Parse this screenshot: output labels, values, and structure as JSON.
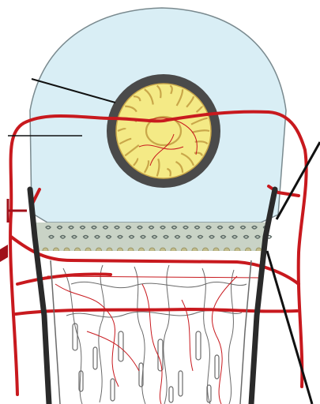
{
  "diagram": {
    "subject": "bone-epiphysis-growth-plate",
    "colors": {
      "cartilage": "#d9eef5",
      "outline": "#7a8a8f",
      "ossification_ring": "#4a4a4a",
      "ossification_core": "#f4ea86",
      "ossification_trabeculae": "#c9a74a",
      "blood_vessel": "#c8191e",
      "periosteum": "#2a2a2a",
      "proliferative_zone": "#c9d3c6",
      "chondrocyte": "#5d6b66",
      "hypertrophic_zone": "#c2bd8c",
      "metaphysis_line": "#6a6a6a",
      "arrow_marker": "#a0101a",
      "leader_line": "#111111"
    },
    "parts": [
      "epiphyseal-cartilage",
      "secondary-ossification-center",
      "epiphyseal-vessels",
      "perichondral-ring",
      "growth-plate-proliferative-zone",
      "growth-plate-hypertrophic-zone",
      "metaphysis-trabeculae",
      "metaphyseal-vessels",
      "cortical-bone"
    ]
  }
}
